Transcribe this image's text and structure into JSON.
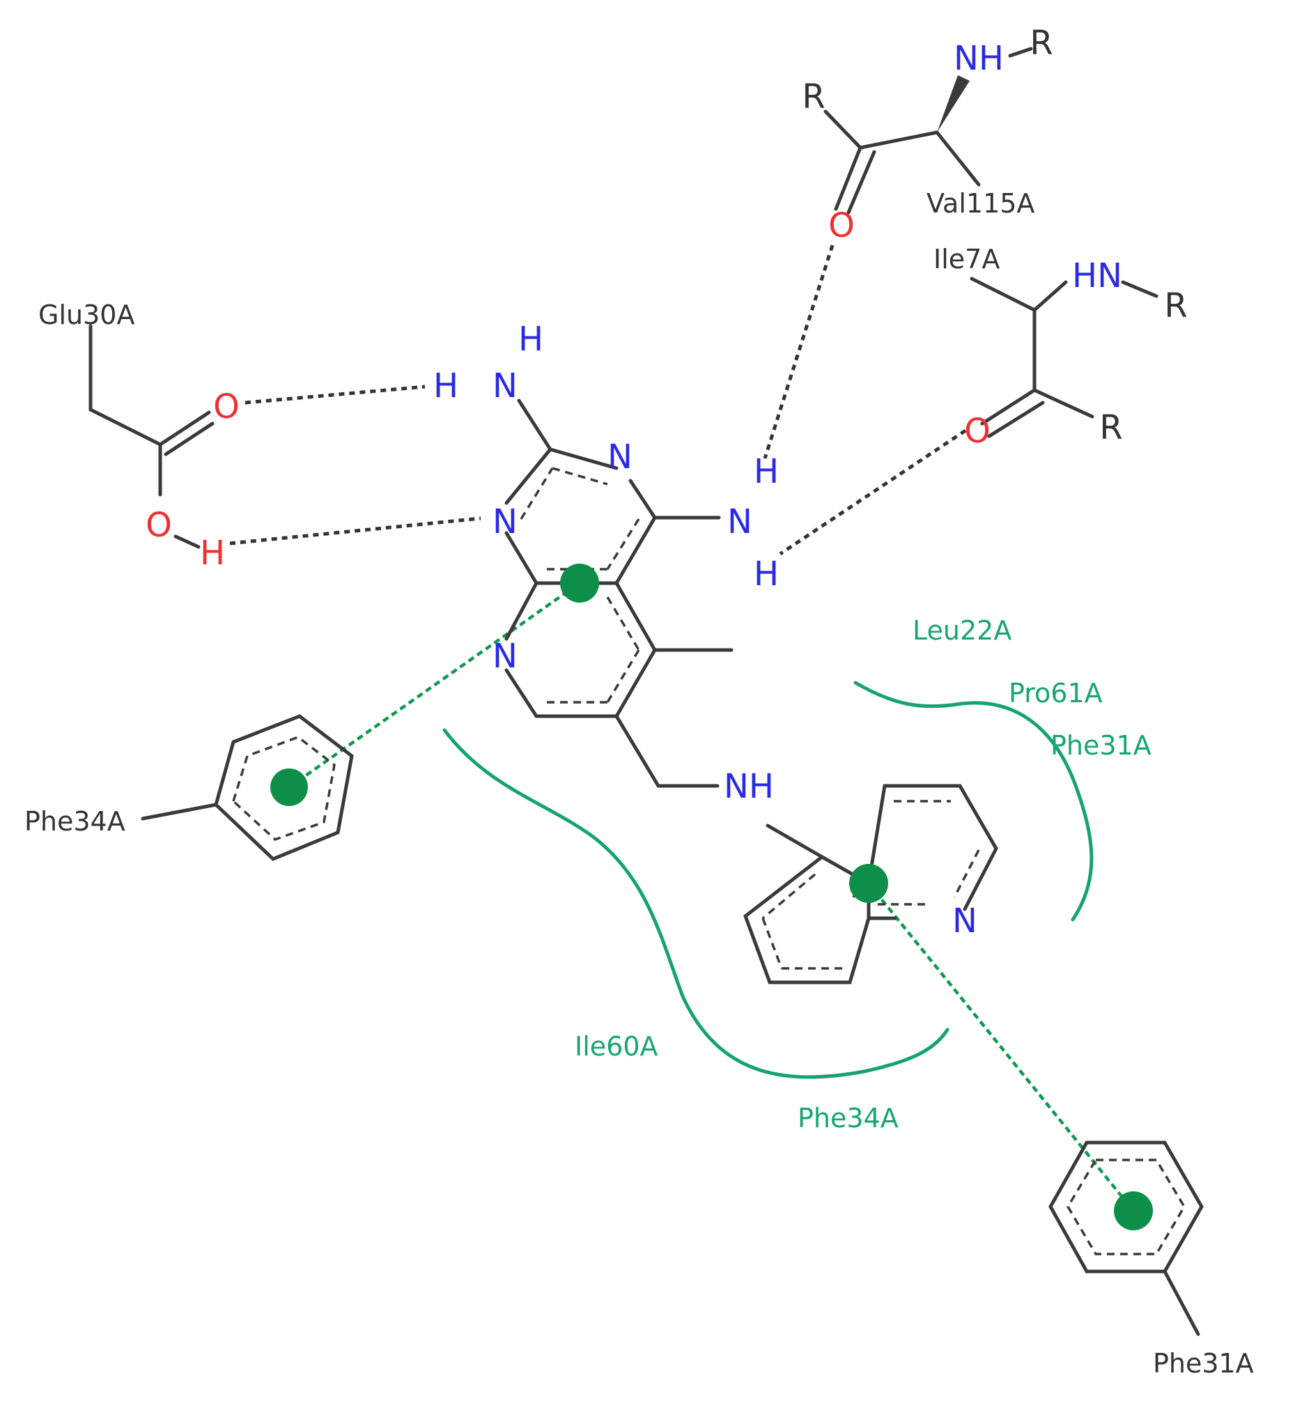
{
  "colors": {
    "nitrogen": "#2a2ae6",
    "oxygen": "#f03030",
    "carbon": "#333333",
    "pi_interaction": "#0d9a50",
    "hydrophobic": "#16a36f"
  },
  "residues": {
    "glu30": "Glu30A",
    "val115": "Val115A",
    "ile7": "Ile7A",
    "phe34_left": "Phe34A",
    "phe31_bottom": "Phe31A"
  },
  "hydrophobic_residues": {
    "leu22": "Leu22A",
    "pro61": "Pro61A",
    "phe31": "Phe31A",
    "ile60": "Ile60A",
    "phe34": "Phe34A"
  },
  "atoms": {
    "N": "N",
    "H": "H",
    "O": "O",
    "R": "R",
    "NH": "NH",
    "HN": "HN"
  }
}
